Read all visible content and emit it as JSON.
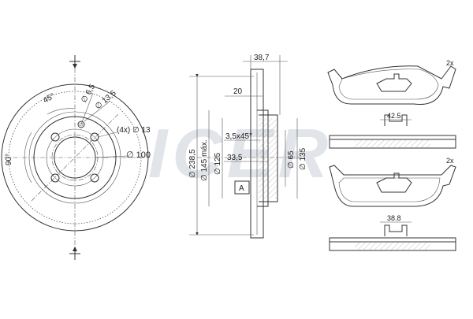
{
  "watermark": "ICER",
  "disc_front": {
    "angle_90": "90°",
    "angle_45": "45°",
    "dia_6_5": "∅ 6,5",
    "dia_13_5": "∅ 13,5",
    "holes_13": "(4x) ∅ 13",
    "dia_100": "∅ 100"
  },
  "disc_section": {
    "dim_38_7": "38,7",
    "dim_20": "20",
    "chamfer": "3,5x45°",
    "dim_33_5": "33,5",
    "dia_238_5": "∅ 238,5",
    "dia_145": "∅ 145 máx.",
    "dia_125": "∅ 125",
    "dia_65": "∅ 65",
    "dia_135": "∅ 135",
    "label_a": "A"
  },
  "pads": {
    "top_qty": "2x",
    "top_width": "42.5",
    "bottom_qty": "2x",
    "bottom_width": "38.8"
  },
  "colors": {
    "line": "#333333",
    "watermark": "#c9cfd8"
  }
}
